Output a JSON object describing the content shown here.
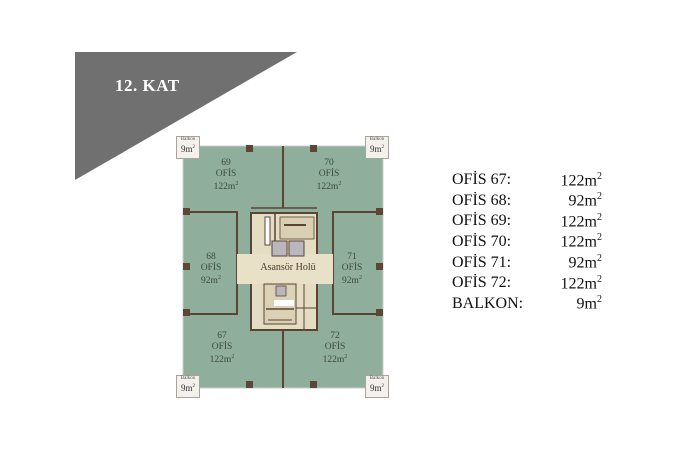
{
  "banner": {
    "title": "12. KAT",
    "color": "#707070"
  },
  "plan": {
    "colors": {
      "office": "#8faf9c",
      "core": "#e4dcc3",
      "wall": "#5a4534",
      "column": "#5c4638"
    },
    "offices": [
      {
        "number": "69",
        "type": "OFİS",
        "area": "122m",
        "sup": "2"
      },
      {
        "number": "70",
        "type": "OFİS",
        "area": "122m",
        "sup": "2"
      },
      {
        "number": "68",
        "type": "OFİS",
        "area": "92m",
        "sup": "2"
      },
      {
        "number": "71",
        "type": "OFİS",
        "area": "92m",
        "sup": "2"
      },
      {
        "number": "67",
        "type": "OFİS",
        "area": "122m",
        "sup": "2"
      },
      {
        "number": "72",
        "type": "OFİS",
        "area": "122m",
        "sup": "2"
      }
    ],
    "hall_label": "Asansör Holü",
    "balconies": [
      {
        "label": "Balkon",
        "area": "9m",
        "sup": "2"
      },
      {
        "label": "Balkon",
        "area": "9m",
        "sup": "2"
      },
      {
        "label": "Balkon",
        "area": "9m",
        "sup": "2"
      },
      {
        "label": "Balkon",
        "area": "9m",
        "sup": "2"
      }
    ]
  },
  "legend": [
    {
      "name": "OFİS 67:",
      "value": "122m",
      "sup": "2"
    },
    {
      "name": "OFİS 68:",
      "value": "92m",
      "sup": "2"
    },
    {
      "name": "OFİS 69:",
      "value": "122m",
      "sup": "2"
    },
    {
      "name": "OFİS 70:",
      "value": "122m",
      "sup": "2"
    },
    {
      "name": "OFİS 71:",
      "value": "92m",
      "sup": "2"
    },
    {
      "name": "OFİS 72:",
      "value": "122m",
      "sup": "2"
    },
    {
      "name": "BALKON:",
      "value": "9m",
      "sup": "2"
    }
  ]
}
